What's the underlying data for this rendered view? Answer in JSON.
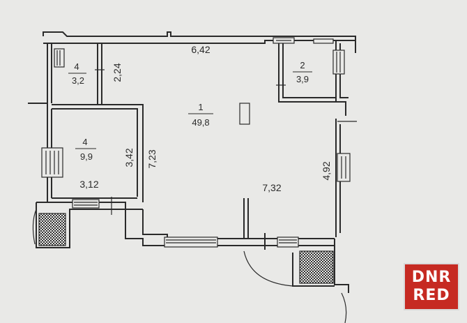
{
  "plan": {
    "rooms": [
      {
        "number": "1",
        "area": "49,8"
      },
      {
        "number": "2",
        "area": "3,9"
      },
      {
        "number": "4",
        "area": "3,2"
      },
      {
        "number": "4",
        "area": "9,9"
      }
    ],
    "dimensions": [
      "6,42",
      "2,24",
      "7,23",
      "3,42",
      "3,12",
      "7,32",
      "4,92"
    ]
  },
  "watermark": {
    "line1": "DNR",
    "line2": "RED"
  },
  "colors": {
    "paper": "#e9e9e7",
    "wall": "#2a2a2a",
    "logo": "#c62a22"
  }
}
